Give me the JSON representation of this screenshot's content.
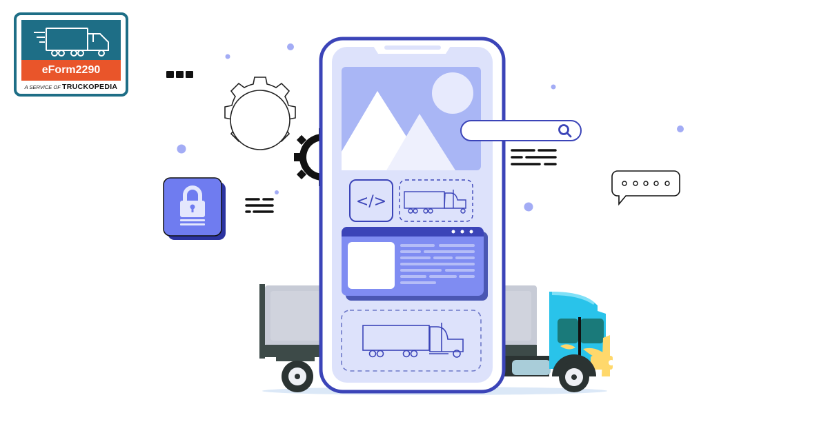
{
  "logo": {
    "brand": "eForm2290",
    "tagline_prefix": "A SERVICE OF",
    "tagline_company": "TRUCKOPEDIA",
    "colors": {
      "teal": "#1e6e86",
      "orange": "#e9552a"
    }
  },
  "illustration": {
    "phone": {
      "frame_color": "#3b44b8",
      "screen_color": "#dde2fb",
      "image_card": "mountain-sun-image-placeholder",
      "code_tile": "</>",
      "window_card_dots": 3
    },
    "search_bar": {
      "placeholder": "",
      "icon": "search-icon"
    },
    "chat_bubble": {
      "dots": 5
    },
    "lock_tile": {
      "icon": "padlock-icon",
      "color": "#6f7cf0"
    },
    "gears": [
      "outline-gear",
      "black-gear"
    ],
    "truck": {
      "cab_color": "#29c3ea",
      "trailer_color": "#c7cbd6",
      "bumper_color": "#ffd86b"
    },
    "accent_dot_color": "#a3acf5"
  }
}
